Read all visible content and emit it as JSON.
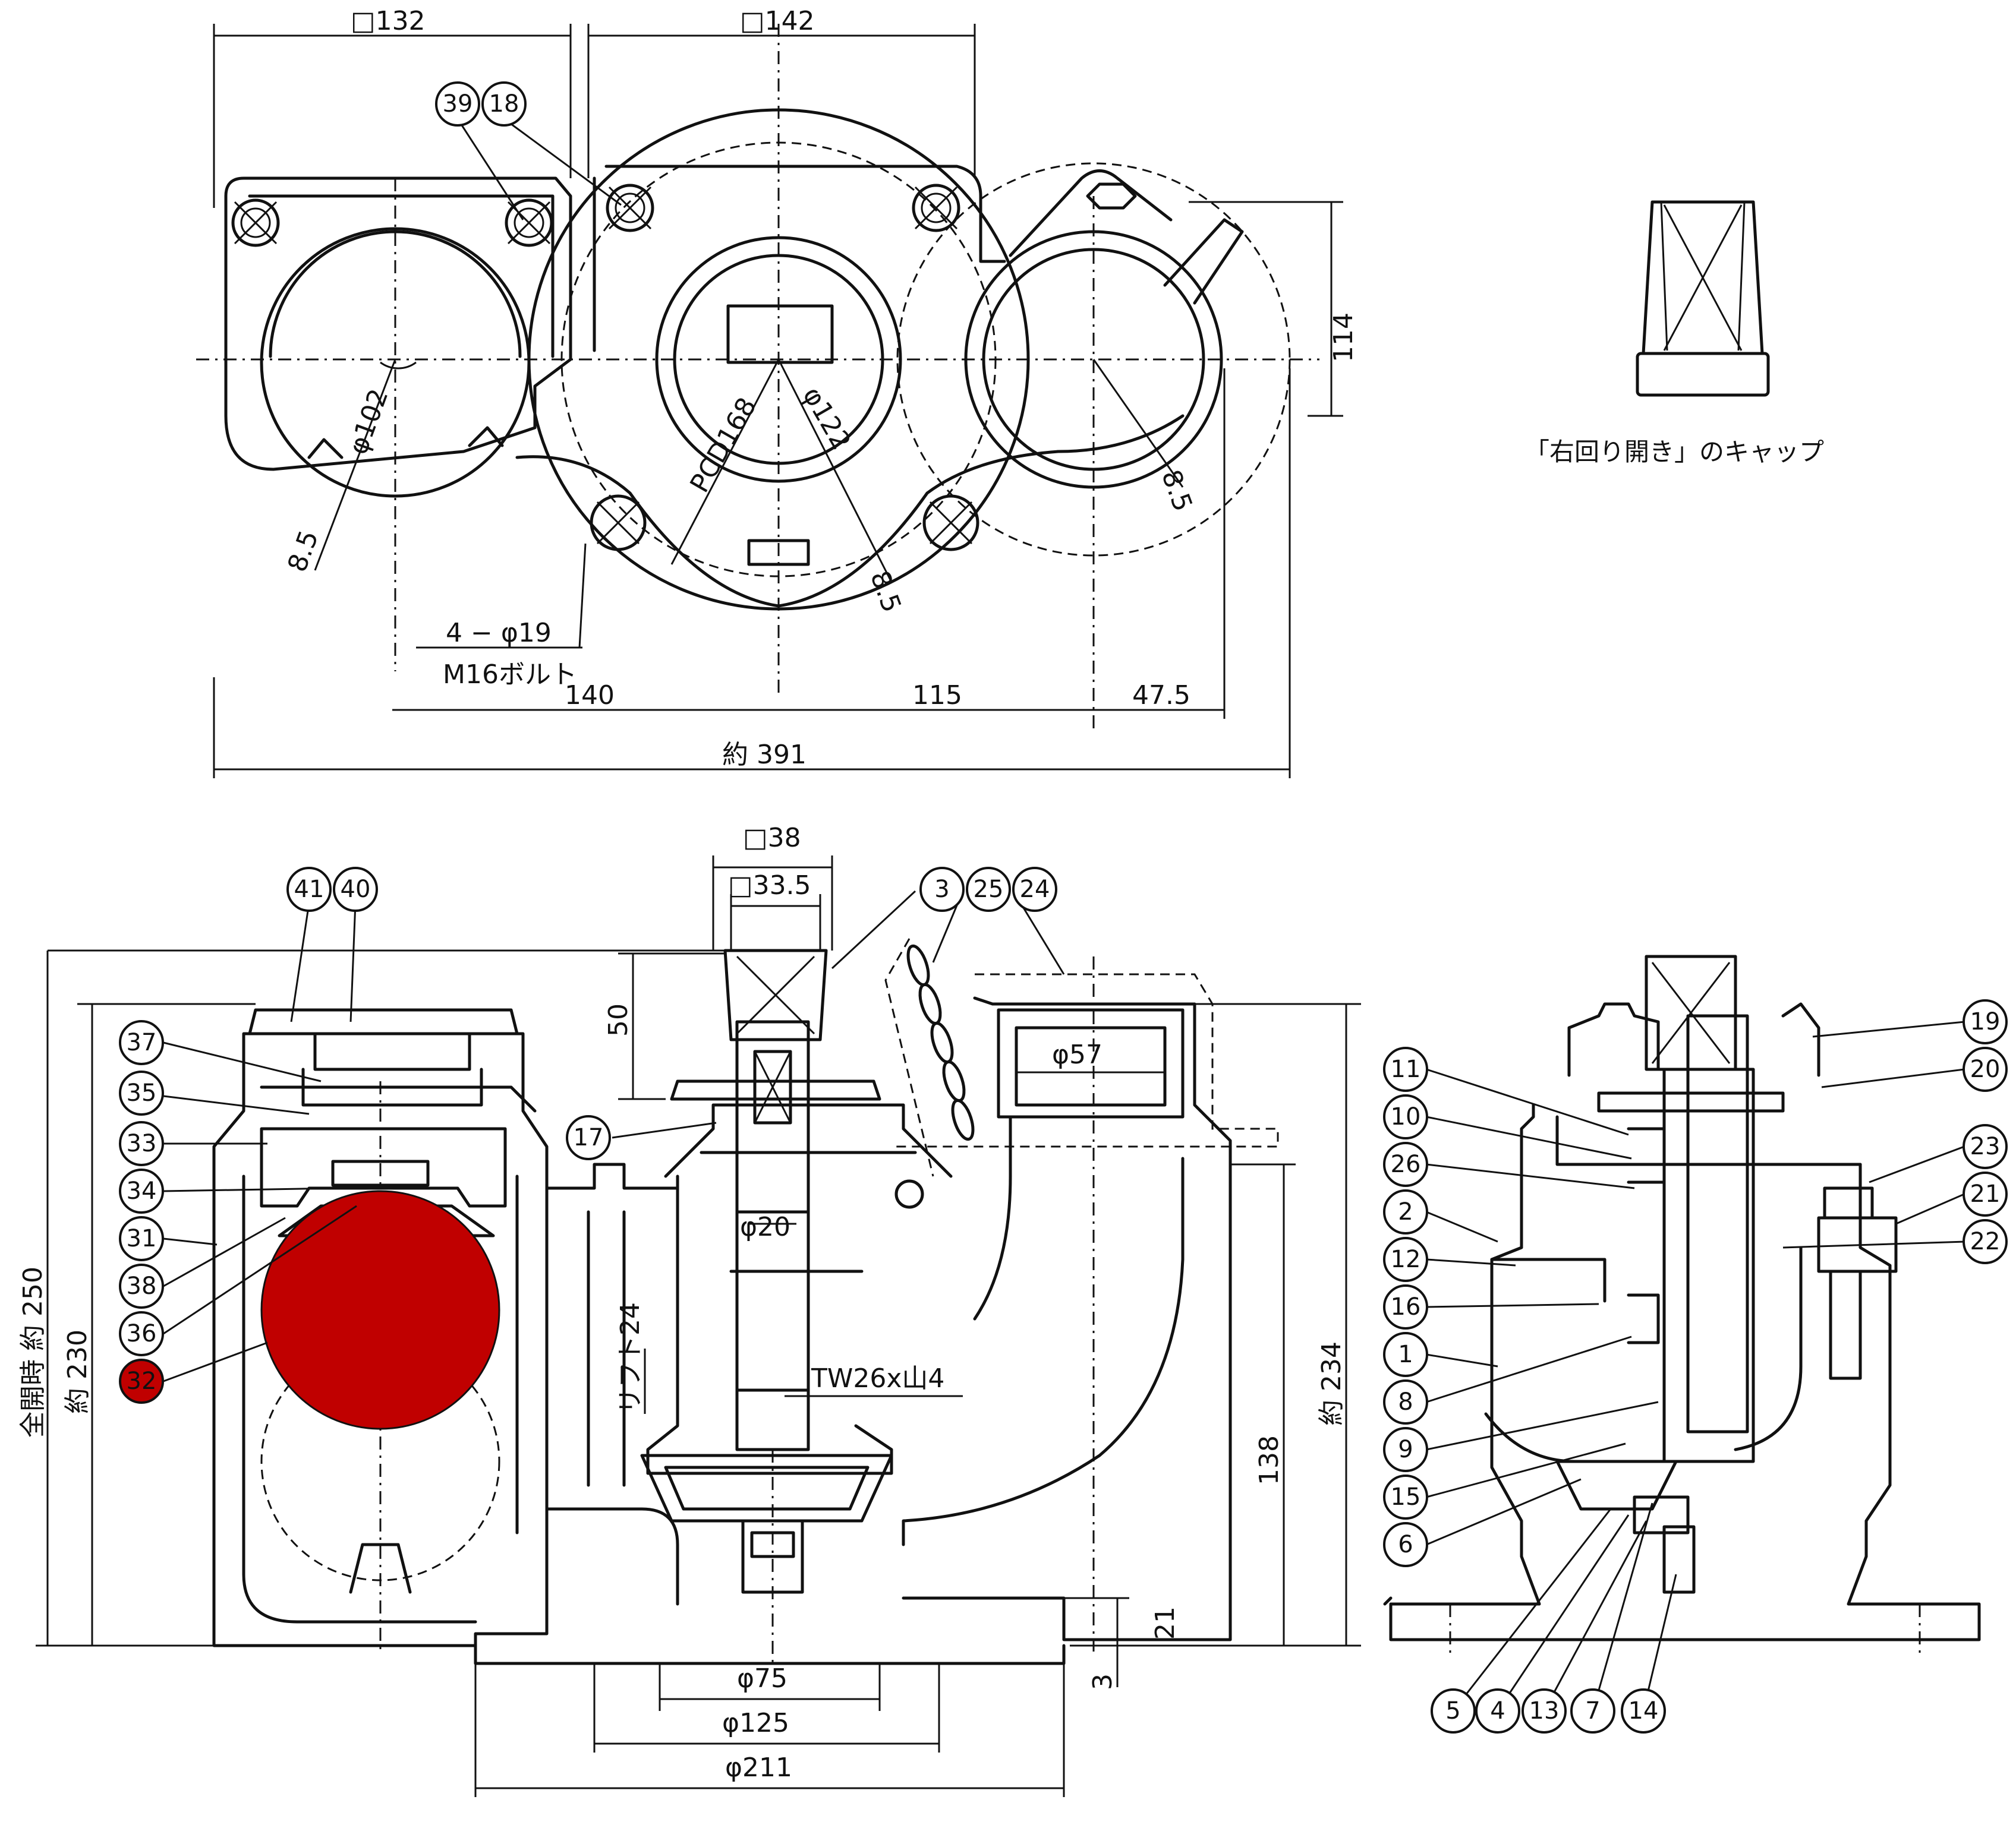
{
  "drawing": {
    "cap_caption": "「右回り開き」のキャップ",
    "highlight_color": "#c00000",
    "dimensions": {
      "sq132": "□132",
      "sq142": "□142",
      "dia102": "φ102",
      "dia122": "φ122",
      "pcd168": "PCD168",
      "r85_a": "8.5",
      "r85_b": "8.5",
      "r85_c": "8.5",
      "holes": "4 − φ19",
      "bolt": "M16ボルト",
      "d140": "140",
      "d115": "115",
      "d475": "47.5",
      "total391": "約 391",
      "h114": "114",
      "sq38": "□38",
      "sq335": "□33.5",
      "h50": "50",
      "dia57": "φ57",
      "dia20": "φ20",
      "thread": "TW26x山4",
      "lift": "リフト24",
      "full_open": "全開時 約 250",
      "h230": "約 230",
      "h234": "約 234",
      "h138": "138",
      "h21": "21",
      "h3": "3",
      "dia75": "φ75",
      "dia125": "φ125",
      "dia211": "φ211"
    },
    "balloons": [
      "39",
      "18",
      "41",
      "40",
      "3",
      "25",
      "24",
      "17",
      "37",
      "35",
      "33",
      "34",
      "31",
      "38",
      "36",
      "32",
      "19",
      "20",
      "11",
      "10",
      "26",
      "2",
      "23",
      "21",
      "22",
      "12",
      "16",
      "1",
      "8",
      "9",
      "15",
      "6",
      "5",
      "4",
      "13",
      "7",
      "14"
    ],
    "highlighted_balloon": "32"
  }
}
